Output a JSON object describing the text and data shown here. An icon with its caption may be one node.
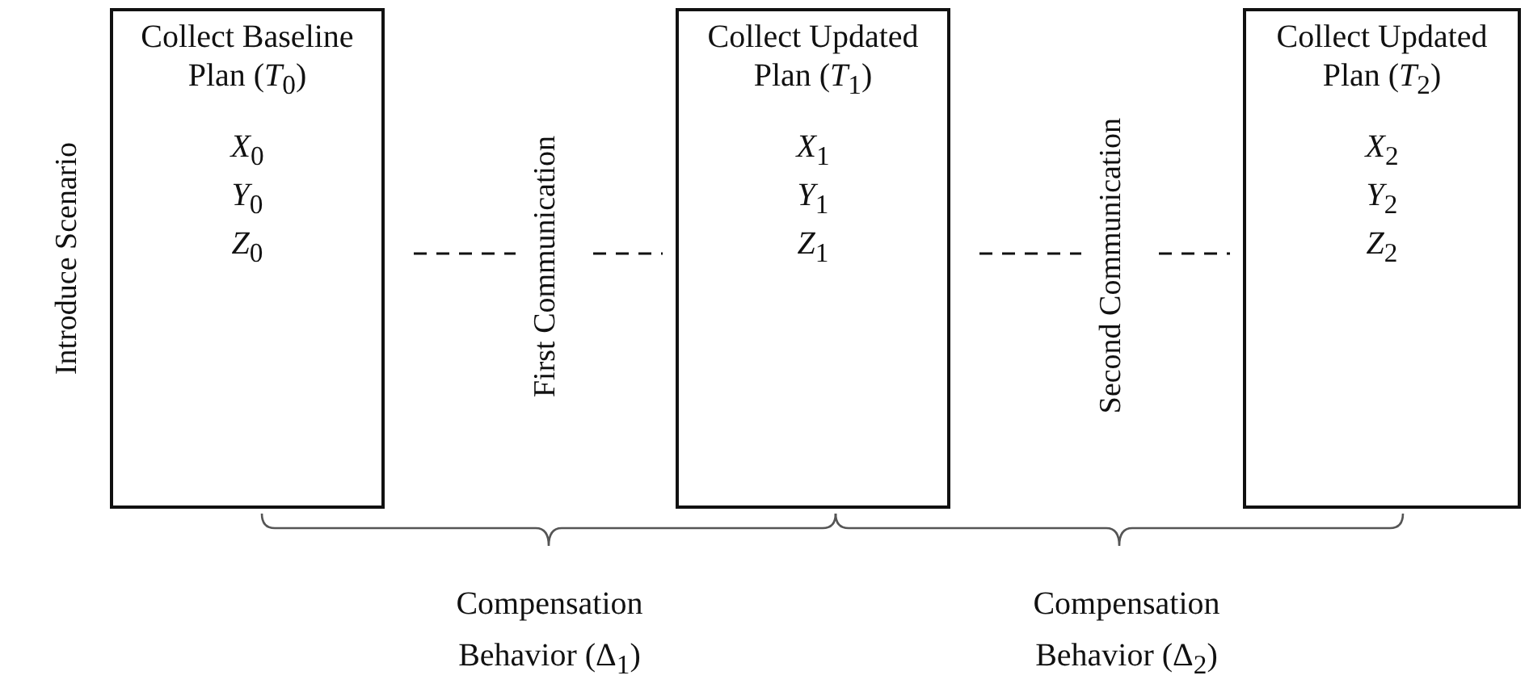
{
  "diagram": {
    "nodes": [
      {
        "text": [
          "Introduce Scenario"
        ]
      },
      {
        "text": [
          "Collect Baseline Plan (*T*$_{0}$)",
          "*X*$_{0}$ *Y*$_{0}$ *Z*$_{0}$"
        ]
      },
      {
        "text": [
          "First Communication"
        ]
      },
      {
        "text": [
          "Collect Updated Plan (*T*$_{1}$)",
          "*X*$_{1}$ *Y*$_{1}$ *Z*$_{1}$"
        ]
      },
      {
        "text": [
          "Second Communication"
        ]
      },
      {
        "text": [
          "Collect Updated Plan (*T*$_{2}$)",
          "*X*$_{2}$ *Y*$_{2}$ *Z*$_{2}$"
        ]
      }
    ],
    "edges": [
      {
        "from": 1,
        "to": 2,
        "arrow": "none",
        "style": "dashed"
      },
      {
        "from": 2,
        "to": 3,
        "arrow": "none",
        "style": "dashed"
      },
      {
        "from": 3,
        "to": 4,
        "arrow": "none",
        "style": "dashed"
      },
      {
        "from": 4,
        "to": 5,
        "arrow": "none",
        "style": "dashed"
      }
    ],
    "labels": [
      "Compensation Behavior (Δ$_{1}$)",
      "Compensation Behavior (Δ$_{2}$)"
    ]
  }
}
